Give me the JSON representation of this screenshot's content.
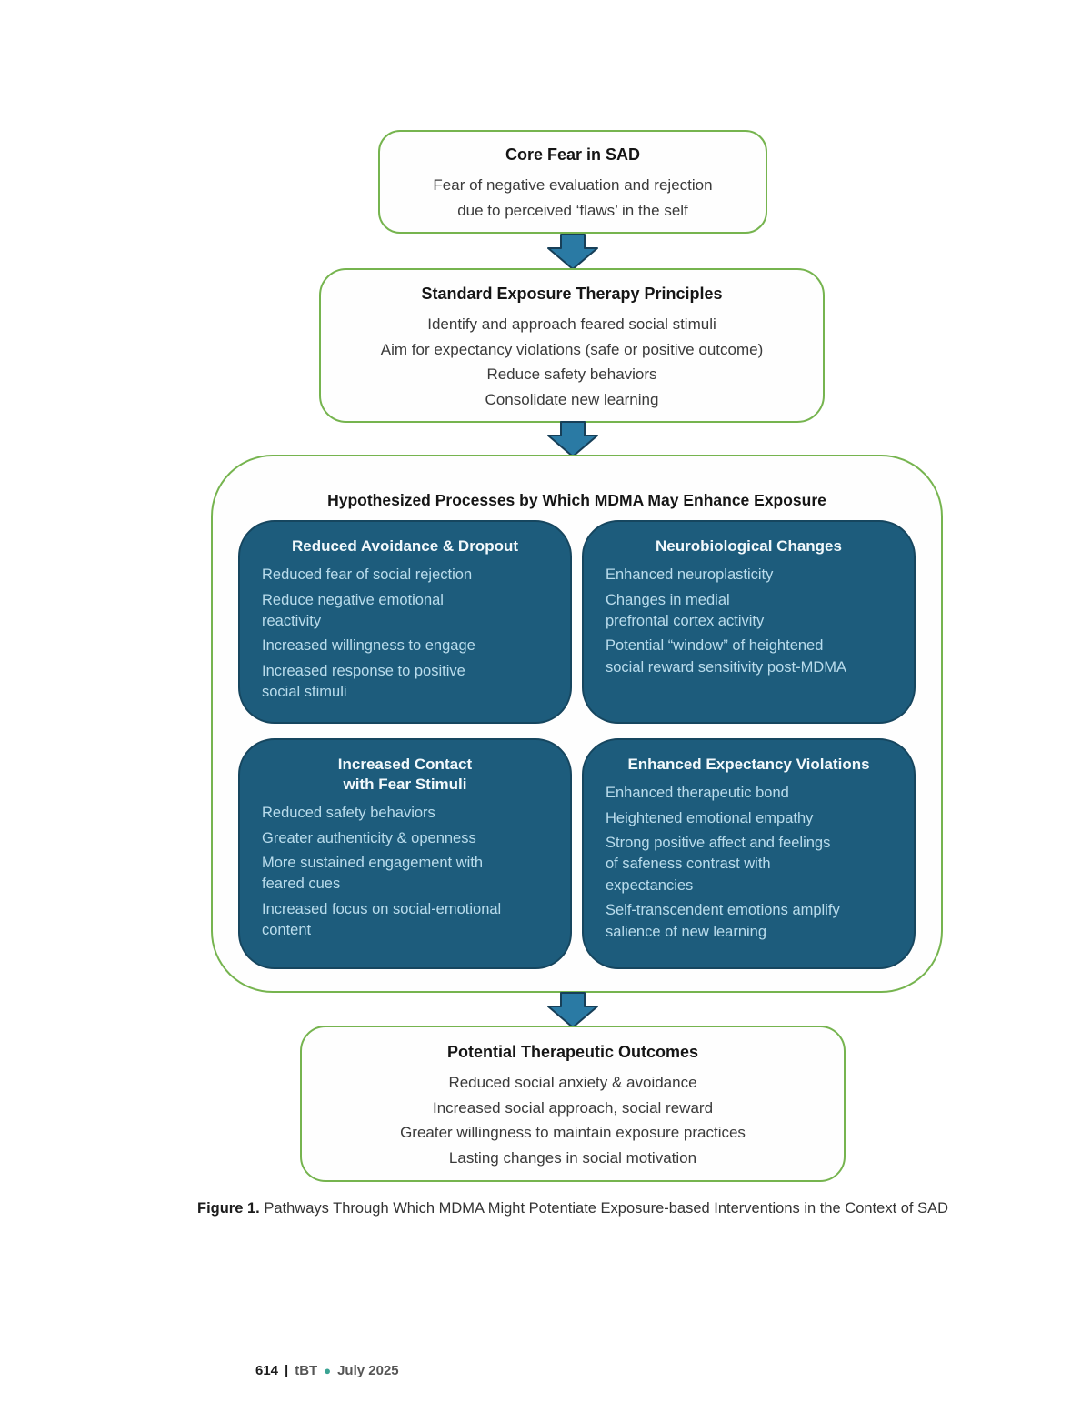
{
  "colors": {
    "green_border": "#76b44f",
    "teal_box_fill": "#1d5c7c",
    "teal_box_border": "#16465f",
    "teal_body_text": "#b9dcec",
    "arrow_fill": "#2a7aa4",
    "arrow_stroke": "#173f58",
    "footer_bullet": "#3aa393"
  },
  "flowchart": {
    "core_fear": {
      "title": "Core Fear in SAD",
      "body": "Fear of negative evaluation and rejection\ndue to perceived ‘flaws’ in the self"
    },
    "standard_exposure": {
      "title": "Standard Exposure Therapy Principles",
      "lines": [
        "Identify and approach feared social stimuli",
        "Aim for expectancy violations (safe or positive outcome)",
        "Reduce safety behaviors",
        "Consolidate new learning"
      ]
    },
    "container_title": "Hypothesized Processes by Which MDMA May Enhance Exposure",
    "process_boxes": [
      {
        "title": "Reduced Avoidance & Dropout",
        "items": [
          "Reduced fear of social rejection",
          "Reduce negative emotional\nreactivity",
          "Increased willingness to engage",
          "Increased response to positive\nsocial stimuli"
        ]
      },
      {
        "title": "Neurobiological Changes",
        "items": [
          "Enhanced neuroplasticity",
          "Changes in medial\nprefrontal cortex activity",
          "Potential “window” of heightened\nsocial reward sensitivity post-MDMA"
        ]
      },
      {
        "title": "Increased Contact\nwith Fear Stimuli",
        "items": [
          "Reduced safety behaviors",
          "Greater authenticity & openness",
          "More sustained engagement with\nfeared cues",
          "Increased focus on social-emotional\ncontent"
        ]
      },
      {
        "title": "Enhanced Expectancy Violations",
        "items": [
          "Enhanced therapeutic bond",
          "Heightened emotional empathy",
          "Strong positive affect and feelings\nof safeness contrast with\nexpectancies",
          "Self-transcendent emotions amplify\nsalience of new learning"
        ]
      }
    ],
    "outcomes": {
      "title": "Potential Therapeutic Outcomes",
      "lines": [
        "Reduced social anxiety & avoidance",
        "Increased social approach, social reward",
        "Greater willingness to maintain exposure practices",
        "Lasting changes in social motivation"
      ]
    }
  },
  "caption": {
    "label": "Figure 1.",
    "text": "Pathways Through Which MDMA Might Potentiate Exposure-based Interventions in the Context of SAD"
  },
  "footer": {
    "page_number": "614",
    "separator": "|",
    "journal": "tBT",
    "bullet": "●",
    "date": "July 2025"
  }
}
